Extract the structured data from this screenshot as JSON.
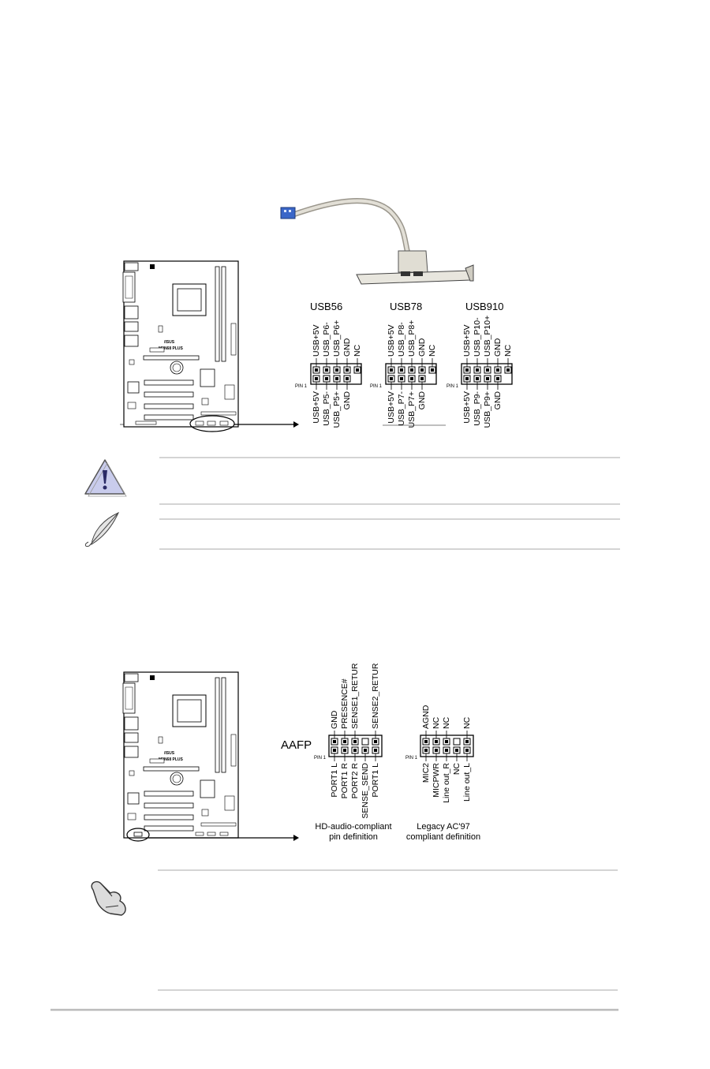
{
  "usb": {
    "pin1_label": "PIN 1",
    "headers": [
      {
        "title": "USB56",
        "top": [
          "USB+5V",
          "USB_P6-",
          "USB_P6+",
          "GND",
          "NC"
        ],
        "bottom": [
          "USB+5V",
          "USB_P5-",
          "USB_P5+",
          "GND"
        ]
      },
      {
        "title": "USB78",
        "top": [
          "USB+5V",
          "USB_P8-",
          "USB_P8+",
          "GND",
          "NC"
        ],
        "bottom": [
          "USB+5V",
          "USB_P7-",
          "USB_P7+",
          "GND"
        ]
      },
      {
        "title": "USB910",
        "top": [
          "USB+5V",
          "USB_P10-",
          "USB_P10+",
          "GND",
          "NC"
        ],
        "bottom": [
          "USB+5V",
          "USB_P9-",
          "USB_P9+",
          "GND"
        ]
      }
    ]
  },
  "aafp": {
    "title": "AAFP",
    "pin1_label": "PIN 1",
    "hd": {
      "top": [
        "GND",
        "PRESENCE#",
        "SENSE1_RETUR",
        "",
        "SENSE2_RETUR"
      ],
      "bottom": [
        "PORT1 L",
        "PORT1 R",
        "PORT2 R",
        "SENSE_SEND",
        "PORT1 L"
      ],
      "caption_line1": "HD-audio-compliant",
      "caption_line2": "pin definition"
    },
    "ac97": {
      "top": [
        "AGND",
        "NC",
        "NC",
        "",
        "NC"
      ],
      "bottom": [
        "MIC2",
        "MICPWR",
        "Line out_R",
        "NC",
        "Line out_L"
      ],
      "caption_line1": "Legacy AC'97",
      "caption_line2": "compliant definition"
    }
  },
  "board": {
    "brand": "/ISUS",
    "model": "M2N68 PLUS"
  },
  "colors": {
    "line": "#000000",
    "rule": "#aaaaaa",
    "cable": "#d8d4c8",
    "connector": "#3a66c8",
    "warning_fill": "#c9ccec"
  }
}
